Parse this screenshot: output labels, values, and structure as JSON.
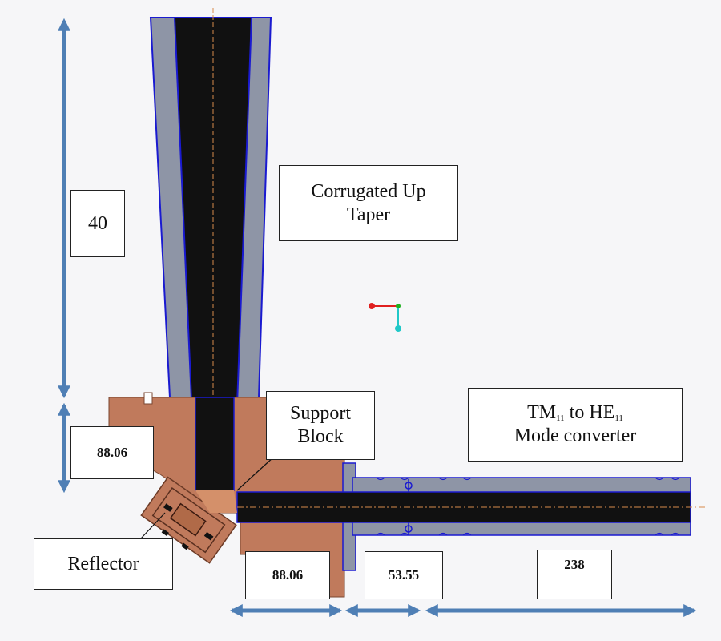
{
  "labels": {
    "top_length": "40",
    "taper_line1": "Corrugated Up",
    "taper_line2": "Taper",
    "support_line1": "Support",
    "support_line2": "Block",
    "converter_tm": "TM",
    "converter_tm_sub": "11",
    "converter_to": " to HE",
    "converter_he_sub": "11",
    "converter_line2": "Mode converter",
    "block_height": "88.06",
    "reflector": "Reflector",
    "block_width": "88.06",
    "flange_length": "53.55",
    "converter_length": "238"
  },
  "colors": {
    "metal_gray": "#8e95a6",
    "bore_black": "#111111",
    "edge_blue": "#1a1ad0",
    "copper": "#c07a5c",
    "dimension_arrow": "#4f7fb5",
    "axis_red": "#e02020",
    "axis_green": "#20b020",
    "axis_cyan": "#20c8c8"
  }
}
